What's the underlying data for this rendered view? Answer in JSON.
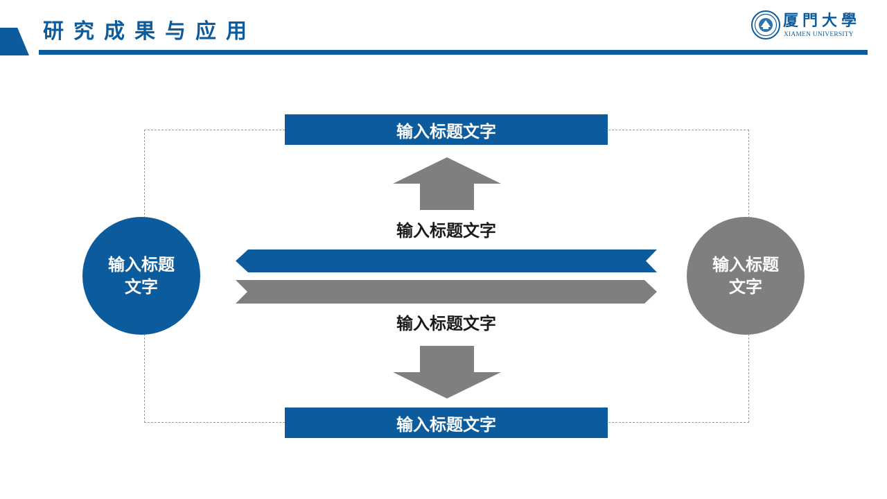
{
  "header": {
    "title": "研究成果与应用"
  },
  "logo": {
    "name_cn": "厦門大學",
    "name_en": "XIAMEN UNIVERSITY"
  },
  "diagram": {
    "top_box": "输入标题文字",
    "bottom_box": "输入标题文字",
    "upper_label": "输入标题文字",
    "lower_label": "输入标题文字",
    "left_circle": "输入标题文字",
    "right_circle": "输入标题文字"
  },
  "colors": {
    "primary": "#0c5b9c",
    "secondary": "#7f7f7f",
    "frame": "#9a9a9a"
  }
}
